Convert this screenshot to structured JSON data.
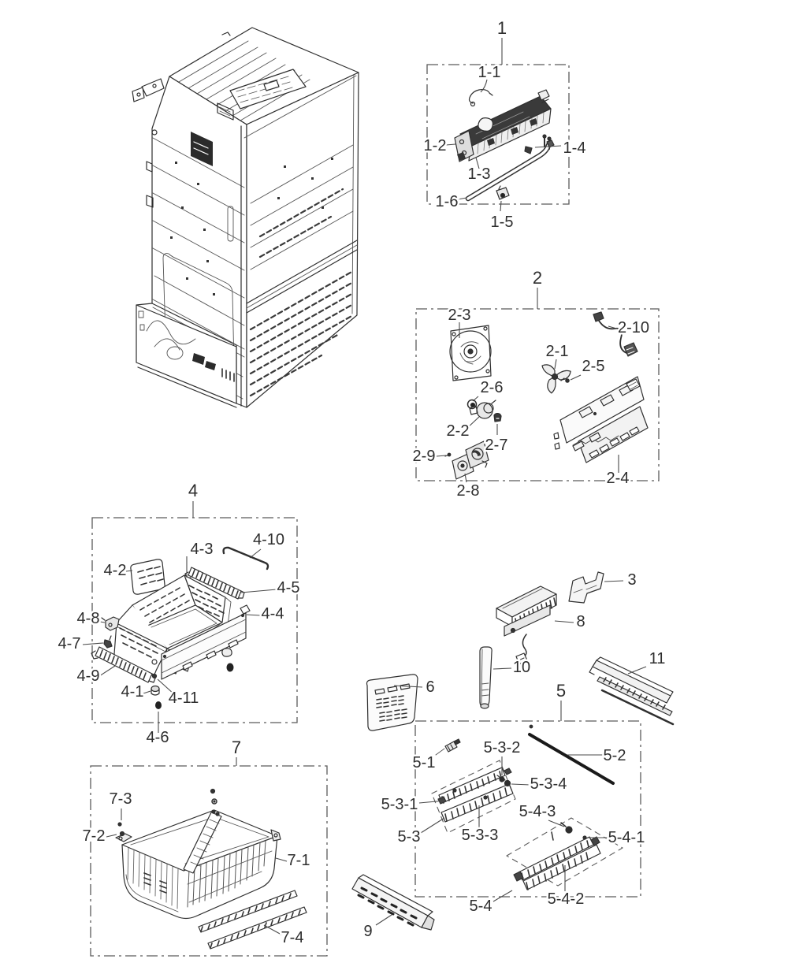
{
  "figure": {
    "type": "exploded-parts-diagram",
    "groups": [
      {
        "callout": "1",
        "parts": [
          "1-1",
          "1-2",
          "1-3",
          "1-4",
          "1-5",
          "1-6"
        ]
      },
      {
        "callout": "2",
        "parts": [
          "2-1",
          "2-2",
          "2-3",
          "2-4",
          "2-5",
          "2-6",
          "2-7",
          "2-8",
          "2-9",
          "2-10"
        ]
      },
      {
        "callout": "4",
        "parts": [
          "4-1",
          "4-2",
          "4-3",
          "4-4",
          "4-5",
          "4-6",
          "4-7",
          "4-8",
          "4-9",
          "4-10",
          "4-11"
        ]
      },
      {
        "callout": "5",
        "parts": [
          "5-1",
          "5-2",
          "5-3",
          "5-3-1",
          "5-3-2",
          "5-3-3",
          "5-3-4",
          "5-4",
          "5-4-1",
          "5-4-2",
          "5-4-3"
        ]
      },
      {
        "callout": "7",
        "parts": [
          "7-1",
          "7-2",
          "7-3",
          "7-4"
        ]
      }
    ],
    "standalone": [
      "3",
      "6",
      "8",
      "9",
      "10",
      "11"
    ]
  }
}
